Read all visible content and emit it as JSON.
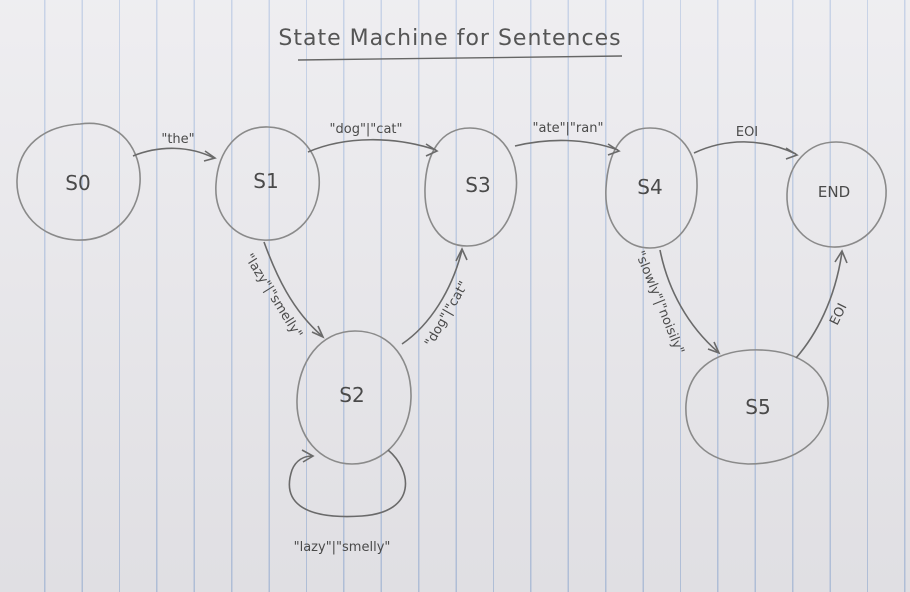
{
  "title": "State Machine for Sentences",
  "states": {
    "s0": "S0",
    "s1": "S1",
    "s2": "S2",
    "s3": "S3",
    "s4": "S4",
    "s5": "S5",
    "end": "END"
  },
  "transitions": {
    "s0_s1": "\"the\"",
    "s1_s3": "\"dog\"|\"cat\"",
    "s1_s2": "\"lazy\"|\"smelly\"",
    "s2_s2": "\"lazy\"|\"smelly\"",
    "s2_s3": "\"dog\"|\"cat\"",
    "s3_s4": "\"ate\"|\"ran\"",
    "s4_end": "EOI",
    "s4_s5": "\"slowly\"|\"noisily\"",
    "s5_end": "EOI"
  }
}
